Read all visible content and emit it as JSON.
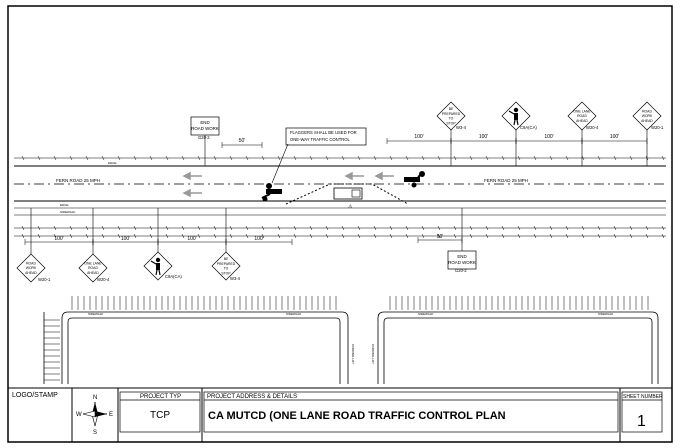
{
  "road": {
    "name_left": "FERN ROAD  25 MPH",
    "name_right": "FERN ROAD  25 MPH",
    "shoulder_label": "EDGE",
    "sidewalk_label": "SIDEWALK",
    "parking_label": "PARKING LOT"
  },
  "note": {
    "line1": "FLAGGERS SHALL BE USED FOR",
    "line2": "ONE-WAY TRAFFIC CONTROL"
  },
  "signs_top": [
    {
      "lines": [
        "END",
        "ROAD WORK"
      ],
      "code": "G20-2",
      "shape": "rect"
    },
    {
      "lines": [
        "BE",
        "PREPARED",
        "TO",
        "STOP"
      ],
      "code": "W3-4",
      "shape": "diamond"
    },
    {
      "lines": [],
      "code": "C9A(CA)",
      "shape": "diamond",
      "flagger": true
    },
    {
      "lines": [
        "ONE LANE",
        "ROAD",
        "AHEAD"
      ],
      "code": "W20-4",
      "shape": "diamond"
    },
    {
      "lines": [
        "ROAD",
        "WORK",
        "AHEAD"
      ],
      "code": "W20-1",
      "shape": "diamond"
    }
  ],
  "signs_bottom": [
    {
      "lines": [
        "ROAD",
        "WORK",
        "AHEAD"
      ],
      "code": "W20-1",
      "shape": "diamond"
    },
    {
      "lines": [
        "ONE LANE",
        "ROAD",
        "AHEAD"
      ],
      "code": "W20-4",
      "shape": "diamond"
    },
    {
      "lines": [],
      "code": "C9A(CA)",
      "shape": "diamond",
      "flagger": true
    },
    {
      "lines": [
        "BE",
        "PREPARED",
        "TO",
        "STOP"
      ],
      "code": "W3-4",
      "shape": "diamond"
    },
    {
      "lines": [
        "END",
        "ROAD WORK"
      ],
      "code": "G20-2",
      "shape": "rect"
    }
  ],
  "dims_top": [
    "50'",
    "100'",
    "100'",
    "100'",
    "100'"
  ],
  "dims_bottom": [
    "100'",
    "100'",
    "100'",
    "100'",
    "50'"
  ],
  "title_block": {
    "logo_label": "LOGO/STAMP",
    "compass": {
      "n": "N",
      "s": "S",
      "e": "E",
      "w": "W"
    },
    "project_type_label": "PROJECT TYP",
    "project_type_value": "TCP",
    "address_label": "PROJECT ADDRESS & DETAILS",
    "title": "CA MUTCD (ONE LANE ROAD TRAFFIC CONTROL PLAN",
    "sheet_label": "SHEET NUMBER",
    "sheet_value": "1"
  }
}
